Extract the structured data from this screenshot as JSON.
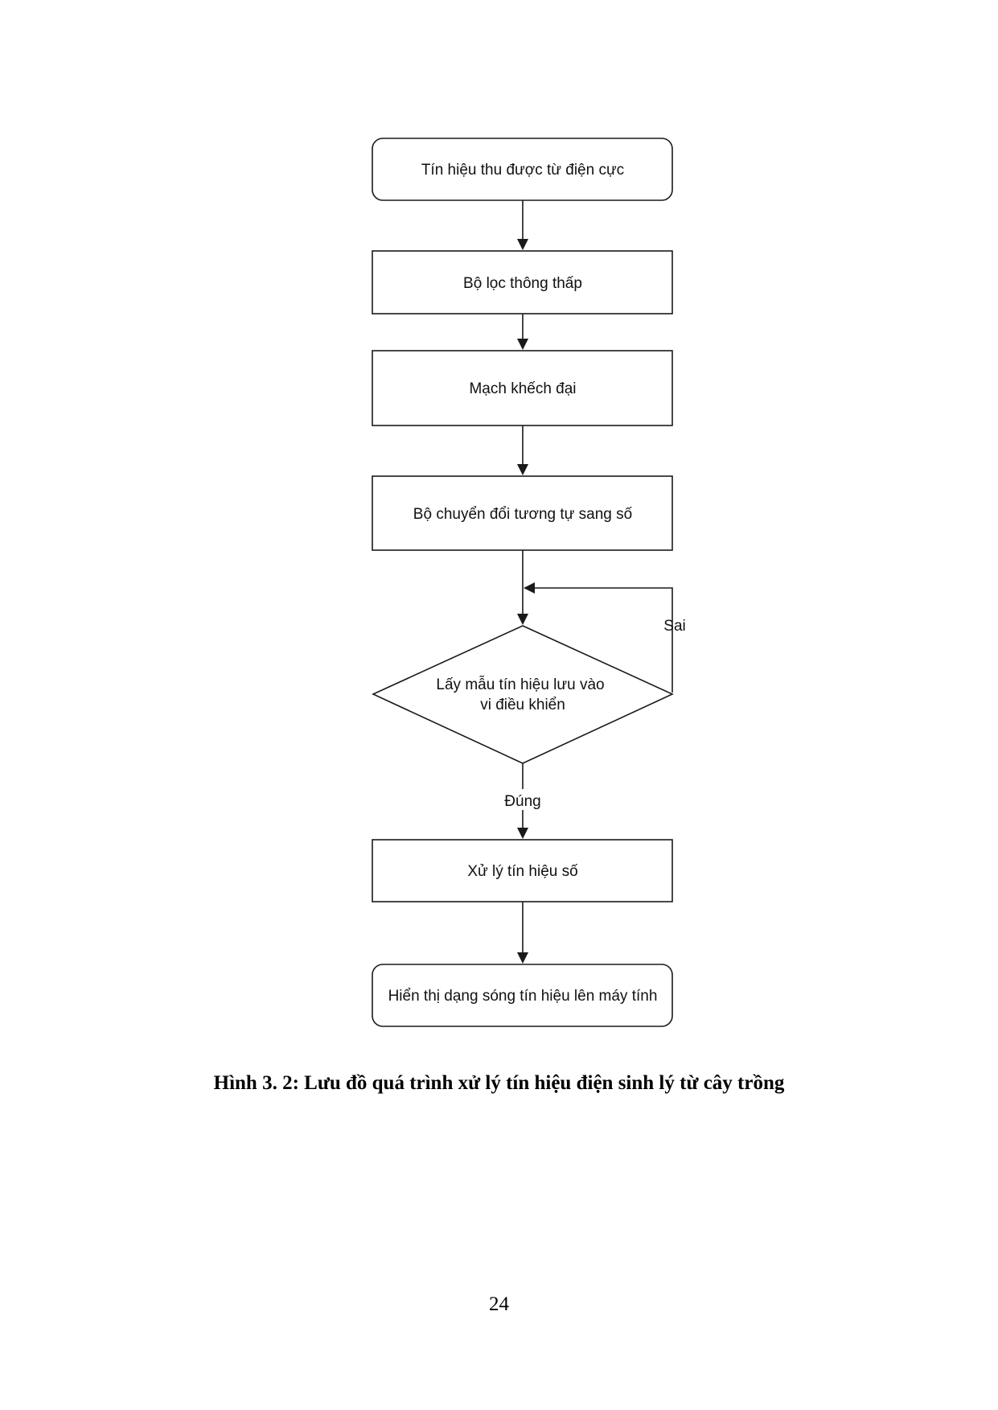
{
  "figure": {
    "nodes": [
      {
        "id": "n1",
        "shape": "rounded-rect",
        "lines": [
          "Tín hiệu thu được từ điện cực"
        ]
      },
      {
        "id": "n2",
        "shape": "rect",
        "lines": [
          "Bộ lọc thông thấp"
        ]
      },
      {
        "id": "n3",
        "shape": "rect",
        "lines": [
          "Mạch khếch đại"
        ]
      },
      {
        "id": "n4",
        "shape": "rect",
        "lines": [
          "Bộ chuyển đổi tương tự sang số"
        ]
      },
      {
        "id": "n5",
        "shape": "diamond",
        "lines": [
          "Lấy mẫu tín hiệu lưu vào",
          "vi điều khiển"
        ]
      },
      {
        "id": "n6",
        "shape": "rect",
        "lines": [
          "Xử lý tín hiệu số"
        ]
      },
      {
        "id": "n7",
        "shape": "rounded-rect",
        "lines": [
          "Hiển thị dạng sóng tín hiệu lên máy tính"
        ]
      }
    ],
    "edges": [
      {
        "from": "n1",
        "to": "n2",
        "label": ""
      },
      {
        "from": "n2",
        "to": "n3",
        "label": ""
      },
      {
        "from": "n3",
        "to": "n4",
        "label": ""
      },
      {
        "from": "n4",
        "to": "n5",
        "label": ""
      },
      {
        "from": "n5",
        "to": "n5",
        "label": "Sai"
      },
      {
        "from": "n5",
        "to": "n6",
        "label": "Đúng"
      },
      {
        "from": "n6",
        "to": "n7",
        "label": ""
      }
    ],
    "caption": "Hình 3. 2: Lưu đồ quá trình xử lý tín hiệu điện sinh lý từ cây trồng"
  },
  "page": {
    "number": "24"
  }
}
